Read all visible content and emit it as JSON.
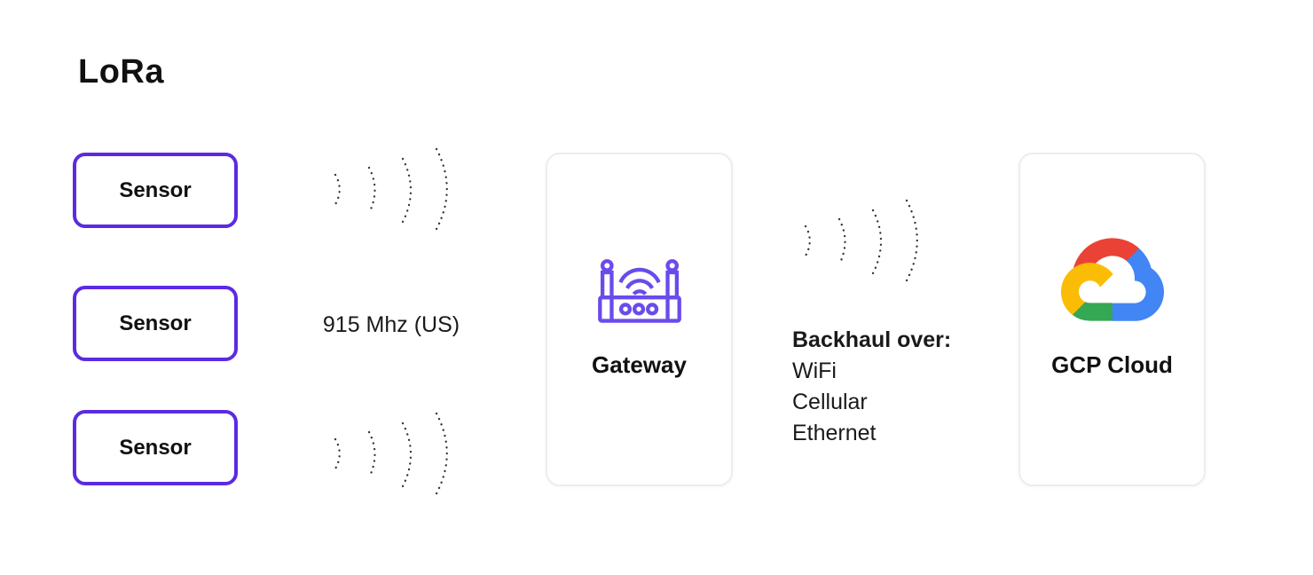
{
  "title": "LoRa",
  "sensors": [
    {
      "label": "Sensor"
    },
    {
      "label": "Sensor"
    },
    {
      "label": "Sensor"
    }
  ],
  "radio_link": {
    "frequency_label": "915 Mhz (US)",
    "signal_icon": "signal-waves-icon"
  },
  "gateway": {
    "label": "Gateway",
    "icon": "router-gateway-icon"
  },
  "backhaul": {
    "heading": "Backhaul over:",
    "options": [
      "WiFi",
      "Cellular",
      "Ethernet"
    ]
  },
  "cloud": {
    "label": "GCP Cloud",
    "icon": "gcp-cloud-logo-icon"
  },
  "colors": {
    "sensor_border_purple": "#5b2be1",
    "gateway_icon_purple": "#6a4beb",
    "card_border_gray": "#ededed",
    "text_dark": "#1a1a1a",
    "signal_dots": "#333333",
    "gcp_red": "#EA4335",
    "gcp_blue": "#4285F4",
    "gcp_green": "#34A853",
    "gcp_yellow": "#FBBC05"
  }
}
